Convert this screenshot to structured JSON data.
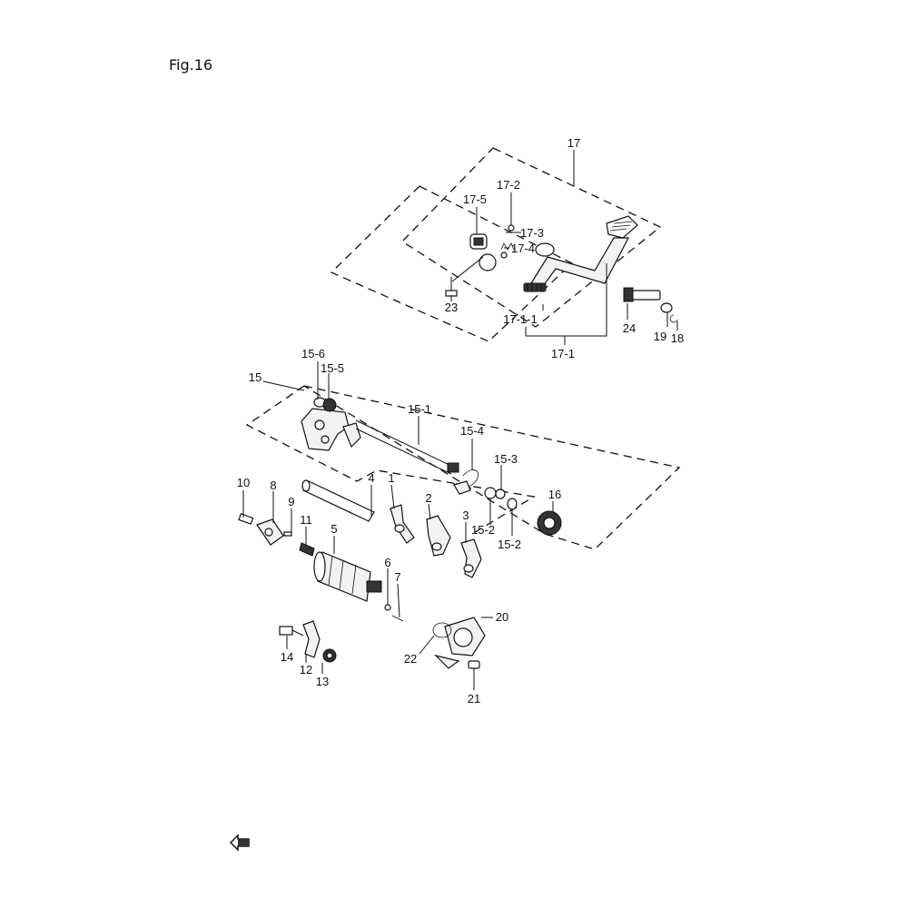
{
  "figure": {
    "title": "Fig.16"
  },
  "callouts": {
    "c17": "17",
    "c17_2": "17-2",
    "c17_5": "17-5",
    "c17_3": "17-3",
    "c17_4": "17-4",
    "c23": "23",
    "c17_1_1": "17-1-1",
    "c17_1": "17-1",
    "c24": "24",
    "c19": "19",
    "c18": "18",
    "c15_6": "15-6",
    "c15_5": "15-5",
    "c15": "15",
    "c15_1": "15-1",
    "c15_4": "15-4",
    "c15_3": "15-3",
    "c16": "16",
    "c15_2a": "15-2",
    "c15_2b": "15-2",
    "c10": "10",
    "c8": "8",
    "c9": "9",
    "c4": "4",
    "c1": "1",
    "c2": "2",
    "c3": "3",
    "c11": "11",
    "c5": "5",
    "c6": "6",
    "c7": "7",
    "c20": "20",
    "c22": "22",
    "c21": "21",
    "c14": "14",
    "c12": "12",
    "c13": "13"
  },
  "icons": {
    "front_arrow": "fwd-arrow-icon"
  }
}
